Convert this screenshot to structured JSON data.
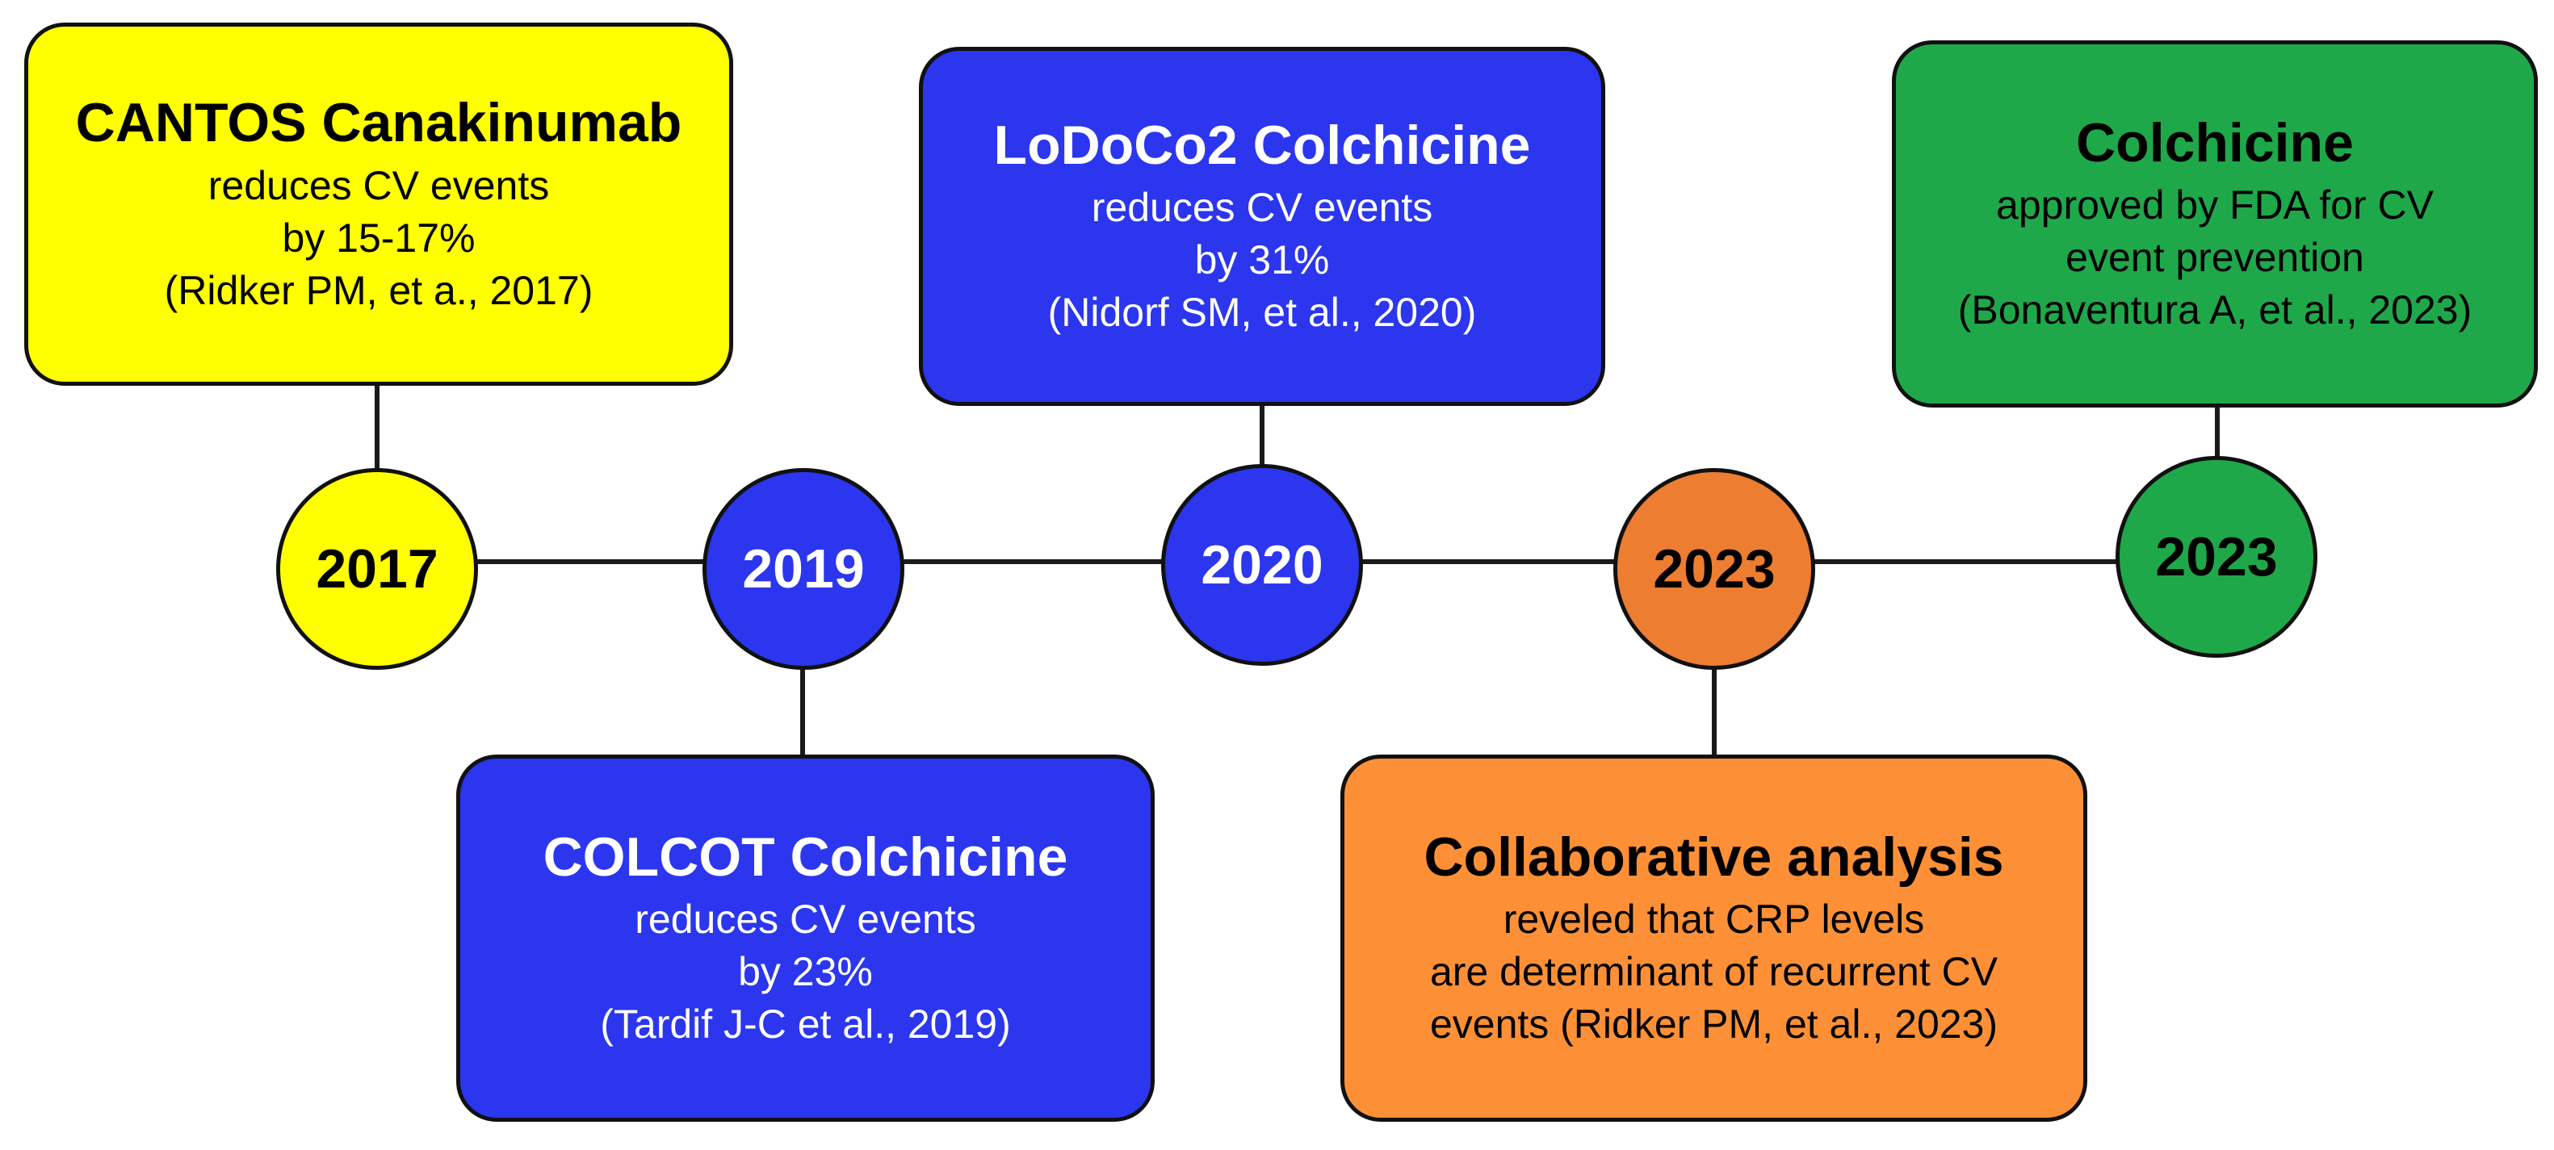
{
  "events": [
    {
      "year": "2017",
      "title": "CANTOS Canakinumab",
      "lines": [
        "reduces CV events",
        "by 15-17%",
        "(Ridker PM, et a., 2017)"
      ],
      "color": "#ffff00"
    },
    {
      "year": "2019",
      "title": "COLCOT Colchicine",
      "lines": [
        "reduces CV events",
        "by 23%",
        "(Tardif J-C et al., 2019)"
      ],
      "color": "#2b36ee"
    },
    {
      "year": "2020",
      "title": "LoDoCo2 Colchicine",
      "lines": [
        "reduces CV events",
        "by 31%",
        "(Nidorf SM, et al., 2020)"
      ],
      "color": "#2b36ee"
    },
    {
      "year": "2023",
      "title": "Collaborative analysis",
      "lines": [
        "reveled that CRP levels",
        "are determinant of recurrent CV",
        "events (Ridker PM, et al., 2023)"
      ],
      "color": "#fd9036"
    },
    {
      "year": "2023",
      "title": "Colchicine",
      "lines": [
        "approved by FDA for CV",
        "event prevention",
        "(Bonaventura A, et al., 2023)"
      ],
      "color": "#1fa84a"
    }
  ]
}
